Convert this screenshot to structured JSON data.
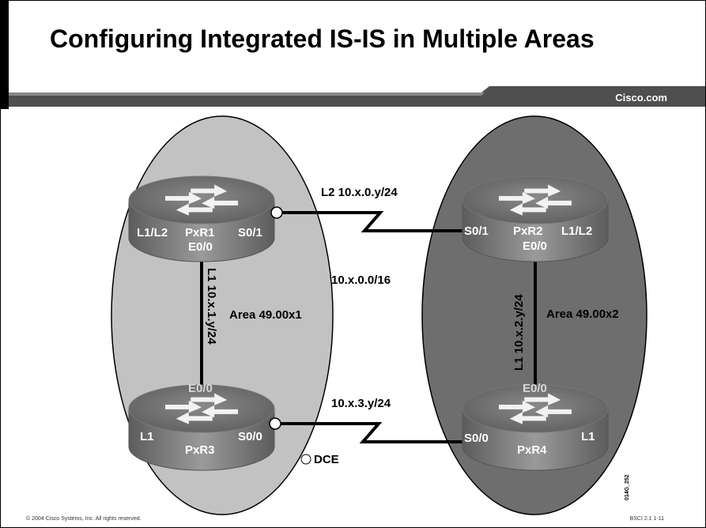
{
  "slide": {
    "title": "Configuring Integrated IS-IS in Multiple Areas",
    "brand": "Cisco.com",
    "copyright": "© 2004 Cisco Systems, Inc. All rights reserved.",
    "course_ref": "BSCI 2.1   1-11",
    "figure_id": "014G_252"
  },
  "diagram": {
    "areas": [
      {
        "name": "Area 49.00x1",
        "fill": "#c2c2c2"
      },
      {
        "name": "Area 49.00x2",
        "fill": "#6e6e6e"
      }
    ],
    "routers": [
      {
        "name": "PxR1",
        "level": "L1/L2",
        "ifaces": [
          "S0/1",
          "E0/0"
        ]
      },
      {
        "name": "PxR2",
        "level": "L1/L2",
        "ifaces": [
          "S0/1",
          "E0/0"
        ]
      },
      {
        "name": "PxR3",
        "level": "L1",
        "ifaces": [
          "S0/0",
          "E0/0"
        ]
      },
      {
        "name": "PxR4",
        "level": "L1",
        "ifaces": [
          "S0/0",
          "E0/0"
        ]
      }
    ],
    "links": {
      "r1_r2": "L2 10.x.0.y/24",
      "r3_r4": "10.x.3.y/24",
      "r1_r3": "L1 10.x.1.y/24",
      "r2_r4": "L1 10.x.2.y/24"
    },
    "major_network": "10.x.0.0/16",
    "dce_legend": "DCE"
  }
}
